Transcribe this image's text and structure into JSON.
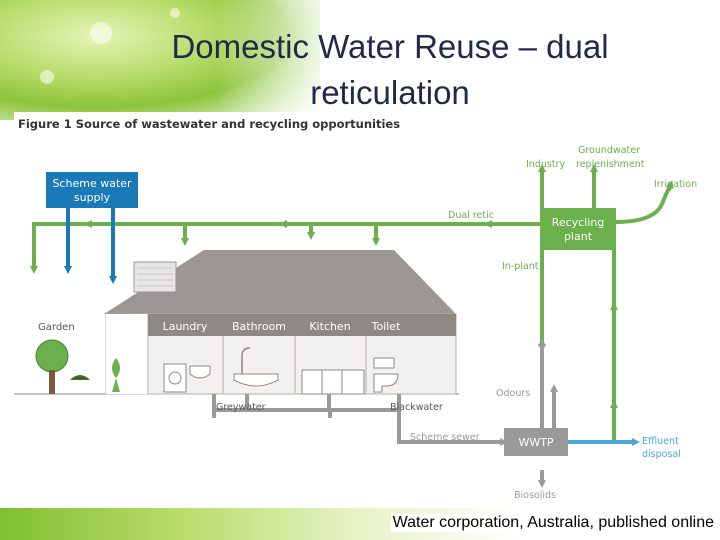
{
  "slide": {
    "title": "Domestic Water Reuse – dual reticulation",
    "credit": "Water corporation, Australia, published online"
  },
  "figure": {
    "caption": "Figure 1 Source of wastewater and recycling opportunities",
    "scheme_supply_line1": "Scheme water",
    "scheme_supply_line2": "supply",
    "recycling_line1": "Recycling",
    "recycling_line2": "plant",
    "wwtp": "WWTP",
    "rooms": {
      "laundry": "Laundry",
      "bathroom": "Bathroom",
      "kitchen": "Kitchen",
      "toilet": "Toilet"
    },
    "labels": {
      "garden": "Garden",
      "dual_retic": "Dual retic",
      "in_plant": "In-plant",
      "industry": "Industry",
      "groundwater_line1": "Groundwater",
      "groundwater_line2": "replenishment",
      "irrigation": "Irrigation",
      "greywater": "Greywater",
      "blackwater": "Blackwater",
      "odours": "Odours",
      "scheme_sewer": "Scheme sewer",
      "effluent_line1": "Effluent",
      "effluent_line2": "disposal",
      "biosolids": "Biosolids"
    }
  },
  "colors": {
    "scheme_blue": "#1a7ab8",
    "recycled_green": "#6ab04c",
    "sewer_grey": "#9a9a9a",
    "effluent_blue": "#4aa8d8",
    "title_navy": "#1f2a4a"
  }
}
